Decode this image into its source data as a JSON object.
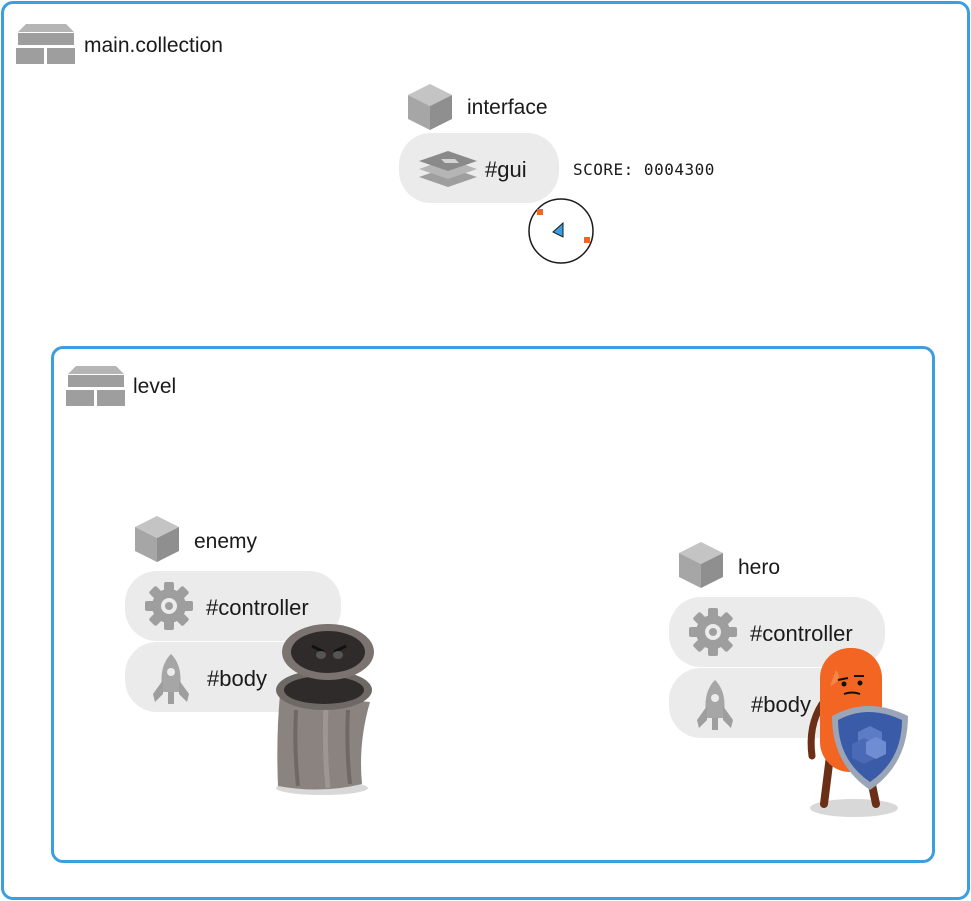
{
  "main_collection": {
    "label": "main.collection",
    "icon": "collection-icon",
    "interface": {
      "label": "interface",
      "icon": "game-object-icon",
      "components": [
        {
          "label": "#gui",
          "icon": "gui-layers-icon"
        }
      ],
      "score_text": "SCORE: 0004300",
      "radar_icon": "radar-icon"
    },
    "level": {
      "label": "level",
      "icon": "collection-icon",
      "enemy": {
        "label": "enemy",
        "icon": "game-object-icon",
        "components": [
          {
            "label": "#controller",
            "icon": "gear-icon"
          },
          {
            "label": "#body",
            "icon": "rocket-icon"
          }
        ],
        "sprite": "trash-can-enemy-sprite"
      },
      "hero": {
        "label": "hero",
        "icon": "game-object-icon",
        "components": [
          {
            "label": "#controller",
            "icon": "gear-icon"
          },
          {
            "label": "#body",
            "icon": "rocket-icon"
          }
        ],
        "sprite": "orange-hero-with-shield-sprite"
      }
    }
  },
  "colors": {
    "frame_border": "#3b9ee0",
    "pill_background": "#ebebeb",
    "icon_gray": "#9e9e9e",
    "hero_orange": "#f26522",
    "shield_blue": "#3a5ba8"
  }
}
